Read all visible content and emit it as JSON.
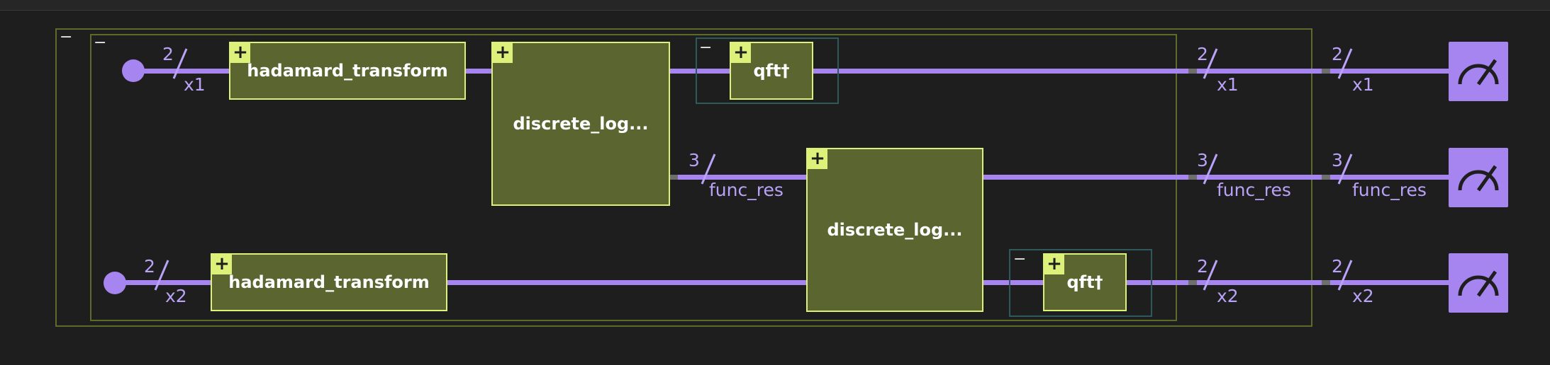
{
  "toolbar": {
    "collapse_symbol": "−",
    "expand_symbol": "+"
  },
  "colors": {
    "background": "#1e1e1e",
    "wire": "#a685f0",
    "gate_fill": "#5a6530",
    "gate_border": "#dcf07a",
    "frame_border": "#5c6a2a",
    "teal_frame": "#2f5a5c",
    "label": "#b9a2f7"
  },
  "wires": {
    "x1": {
      "count": "2",
      "name": "x1"
    },
    "func_res": {
      "count": "3",
      "name": "func_res"
    },
    "x2": {
      "count": "2",
      "name": "x2"
    }
  },
  "gates": {
    "hadamard_1": {
      "label": "hadamard_transform"
    },
    "hadamard_2": {
      "label": "hadamard_transform"
    },
    "discrete_log_1": {
      "label": "discrete_log..."
    },
    "discrete_log_2": {
      "label": "discrete_log..."
    },
    "qft_1": {
      "label": "qft†"
    },
    "qft_2": {
      "label": "qft†"
    }
  },
  "outputs": {
    "x1": {
      "count": "2",
      "name": "x1"
    },
    "func_res": {
      "count": "3",
      "name": "func_res"
    },
    "x2": {
      "count": "2",
      "name": "x2"
    }
  },
  "measure_icon": "meter-gauge-icon"
}
